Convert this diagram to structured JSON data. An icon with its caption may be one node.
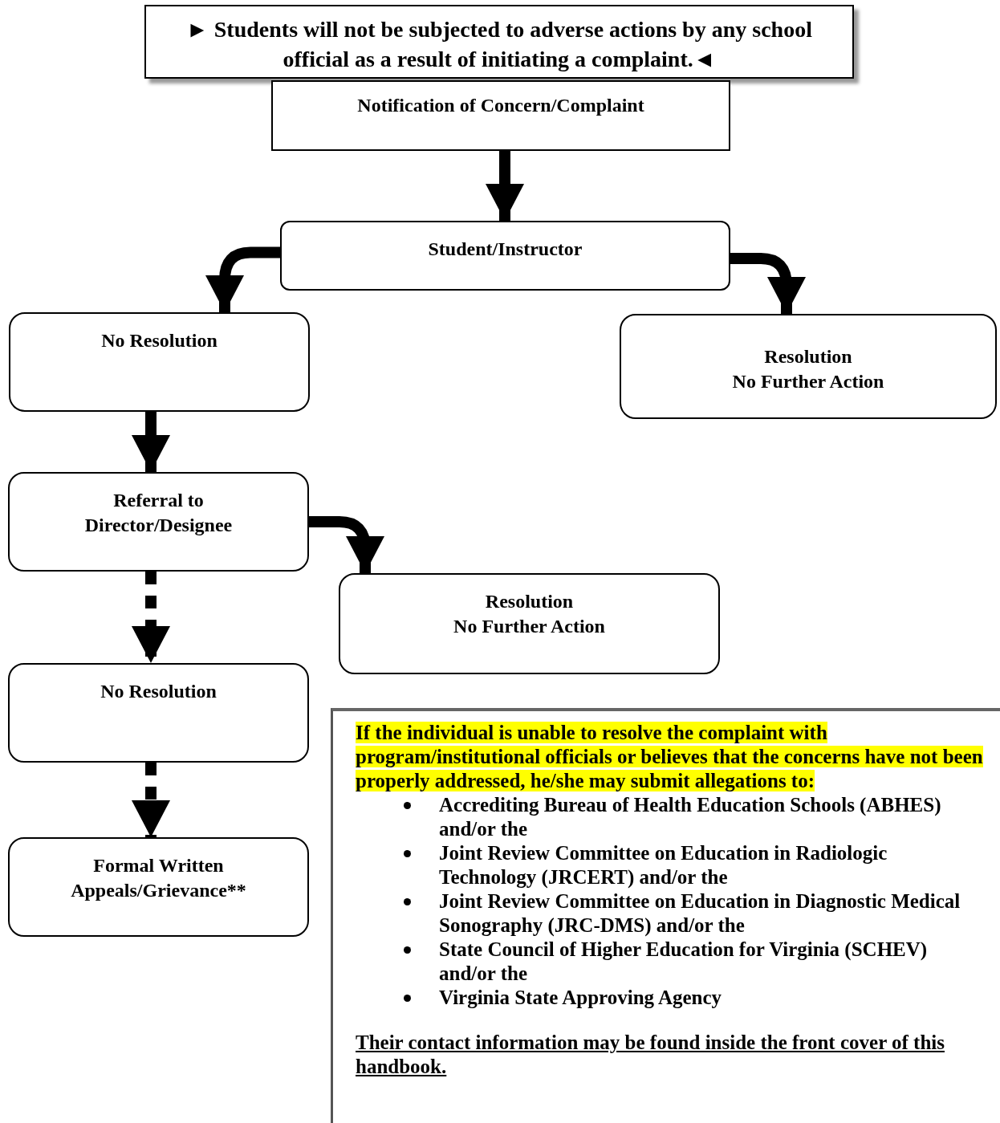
{
  "diagram": {
    "nodes": [
      {
        "text": [
          "► Students will not be subjected to adverse actions by any school official as a result of initiating a complaint.◄"
        ]
      },
      {
        "text": [
          "Notification of Concern/Complaint"
        ]
      },
      {
        "text": [
          "Student/Instructor"
        ]
      },
      {
        "text": [
          "No Resolution"
        ]
      },
      {
        "text": [
          "Resolution",
          "No Further Action"
        ]
      },
      {
        "text": [
          "Referral to Director/Designee"
        ]
      },
      {
        "text": [
          "Resolution",
          "No Further Action"
        ]
      },
      {
        "text": [
          "No Resolution"
        ]
      },
      {
        "text": [
          "Formal Written Appeals/Grievance**"
        ]
      },
      {
        "text": [
          "If the individual is unable to resolve the complaint with program/institutional officials or believes that the concerns have not been properly addressed, he/she may submit allegations to:",
          "Accrediting Bureau of Health Education Schools (ABHES) and/or the",
          "Joint Review Committee on Education in Radiologic Technology (JRCERT) and/or the",
          "Joint Review Committee on Education in Diagnostic Medical Sonography (JRC-DMS) and/or the",
          "State Council of Higher Education for Virginia (SCHEV) and/or the",
          "Virginia State Approving Agency",
          "Their contact information may be found inside the front cover of this handbook."
        ]
      }
    ],
    "edges": [
      {
        "from": 1,
        "to": 2,
        "arrow": "to"
      },
      {
        "from": 2,
        "to": 3,
        "arrow": "to"
      },
      {
        "from": 2,
        "to": 4,
        "arrow": "to"
      },
      {
        "from": 3,
        "to": 5,
        "arrow": "to"
      },
      {
        "from": 5,
        "to": 6,
        "arrow": "to"
      },
      {
        "from": 5,
        "to": 7,
        "arrow": "to",
        "style": "dashed"
      },
      {
        "from": 7,
        "to": 8,
        "arrow": "to",
        "style": "dashed"
      }
    ]
  }
}
